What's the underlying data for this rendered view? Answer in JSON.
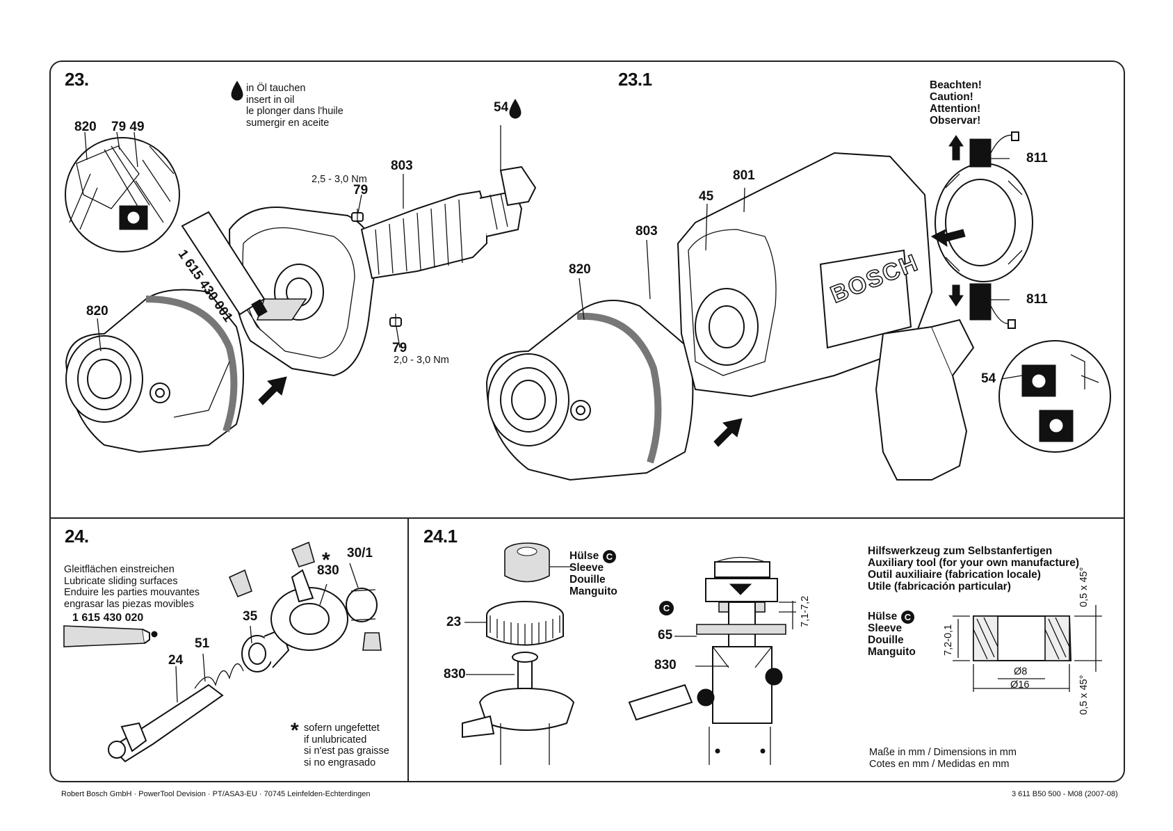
{
  "sections": {
    "s23": "23.",
    "s23_1": "23.1",
    "s24": "24.",
    "s24_1": "24.1"
  },
  "oil_note": [
    "in Öl tauchen",
    "insert in oil",
    "le plonger dans l'huile",
    "sumergir en aceite"
  ],
  "warning": [
    "Beachten!",
    "Caution!",
    "Attention!",
    "Observar!"
  ],
  "fig23": {
    "l820a": "820",
    "l79_49": "79 49",
    "l54": "54",
    "l803": "803",
    "torque1": "2,5 - 3,0 Nm",
    "l79a": "79",
    "grease_tube": "1 615 430 001",
    "l820b": "820",
    "l79b": "79",
    "torque2": "2,0 - 3,0 Nm"
  },
  "fig23_1": {
    "l801": "801",
    "l45": "45",
    "l803": "803",
    "l820": "820",
    "l811a": "811",
    "l811b": "811",
    "l54": "54",
    "brand": "BOSCH"
  },
  "fig24": {
    "lubricate": [
      "Gleitflächen einstreichen",
      "Lubricate sliding surfaces",
      "Enduire les parties mouvantes",
      "engrasar las piezas movibles"
    ],
    "tube": "1 615 430 020",
    "l830": "830",
    "l30_1": "30/1",
    "l35": "35",
    "l51": "51",
    "l24": "24",
    "asterisk": "*",
    "unlubricated": [
      "sofern ungefettet",
      "if unlubricated",
      "si n'est pas graisse",
      "si no engrasado"
    ]
  },
  "fig24_1": {
    "sleeve": [
      "Hülse",
      "Sleeve",
      "Douille",
      "Manguito"
    ],
    "c_mark": "C",
    "l23": "23",
    "l830a": "830",
    "l65": "65",
    "l830b": "830",
    "dim_depth": "7,1-7,2",
    "tool_title": [
      "Hilfswerkzeug zum Selbstanfertigen",
      "Auxiliary tool (for your own manufacture)",
      "Outil auxiliaire (fabrication locale)",
      "Utile (fabricación particular)"
    ],
    "sleeve2": [
      "Hülse",
      "Sleeve",
      "Douille",
      "Manguito"
    ],
    "chamfer_top": "0,5 x 45°",
    "chamfer_bottom": "0,5 x 45°",
    "height": "7,2-0,1",
    "d8": "Ø8",
    "d16": "Ø16",
    "units": [
      "Maße in mm / Dimensions in mm",
      "Cotes en mm / Medidas en mm"
    ]
  },
  "footer": {
    "left": "Robert Bosch GmbH · PowerTool Devision · PT/ASA3-EU · 70745 Leinfelden-Echterdingen",
    "right": "3 611 B50 500 - M08 (2007-08)"
  }
}
